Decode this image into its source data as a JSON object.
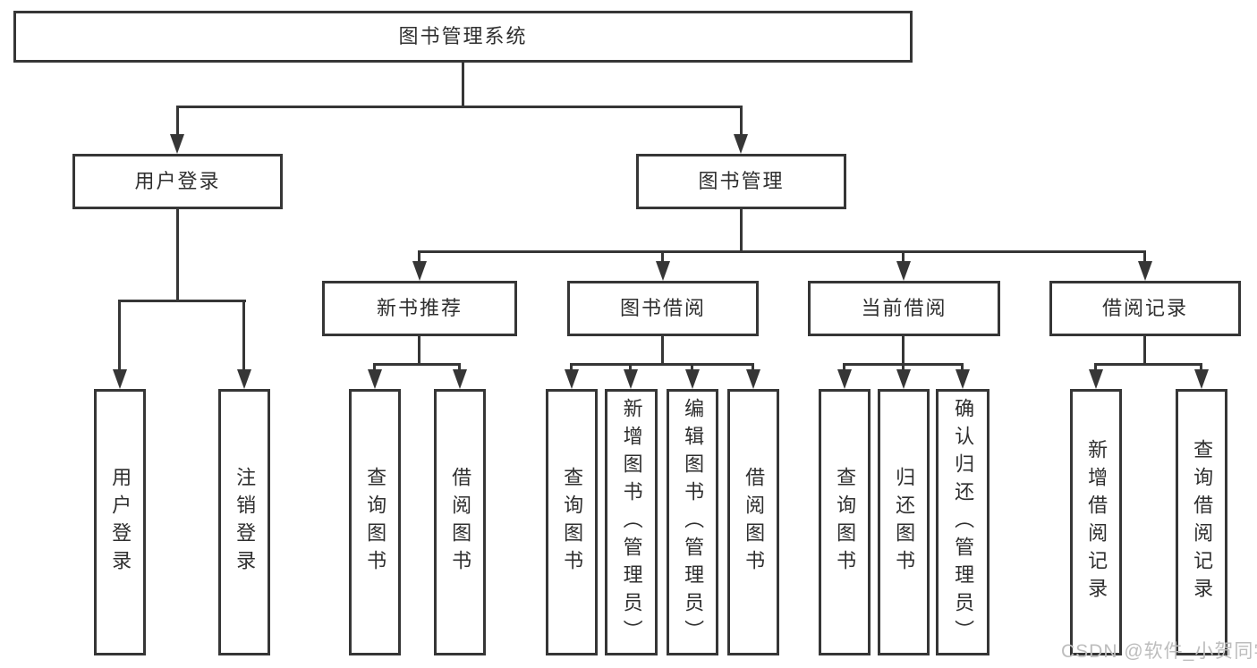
{
  "diagram": {
    "root": "图书管理系统",
    "level2": {
      "user_login": "用户登录",
      "book_mgmt": "图书管理"
    },
    "level3": {
      "new_books": "新书推荐",
      "book_borrow": "图书借阅",
      "current_borrow": "当前借阅",
      "borrow_records": "借阅记录"
    },
    "leaves": {
      "user_login": "用户登录",
      "logout": "注销登录",
      "query_books_a": "查询图书",
      "borrow_books_a": "借阅图书",
      "query_books_b": "查询图书",
      "add_book_admin": "新增图书（管理员）",
      "edit_book_admin": "编辑图书（管理员）",
      "borrow_books_b": "借阅图书",
      "query_books_c": "查询图书",
      "return_books": "归还图书",
      "confirm_return_admin": "确认归还（管理员）",
      "add_borrow_record": "新增借阅记录",
      "query_borrow_record": "查询借阅记录"
    }
  },
  "watermark": "CSDN @软件_小贺同学",
  "colors": {
    "line": "#363636",
    "text": "#2f2f2f",
    "watermark": "#bdbdbd"
  }
}
